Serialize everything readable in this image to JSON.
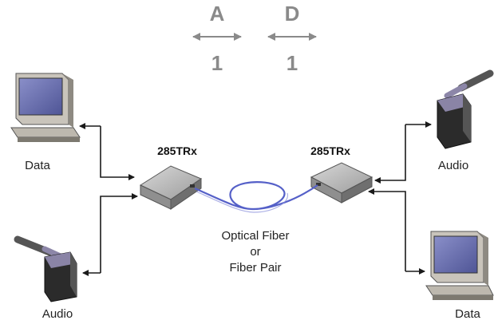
{
  "ratio_legend": {
    "left": {
      "top": "A",
      "bottom": "1"
    },
    "right": {
      "top": "D",
      "bottom": "1"
    }
  },
  "devices": {
    "left_unit": "285TRx",
    "right_unit": "285TRx"
  },
  "endpoints": {
    "top_left": "Data",
    "bottom_left": "Audio",
    "top_right": "Audio",
    "bottom_right": "Data"
  },
  "fiber_label": {
    "line1": "Optical Fiber",
    "line2": "or",
    "line3": "Fiber Pair"
  },
  "colors": {
    "fiber": "#5560c8",
    "ratio_gray": "#8a8a8a",
    "unit_gray": "#9a9a9a"
  }
}
